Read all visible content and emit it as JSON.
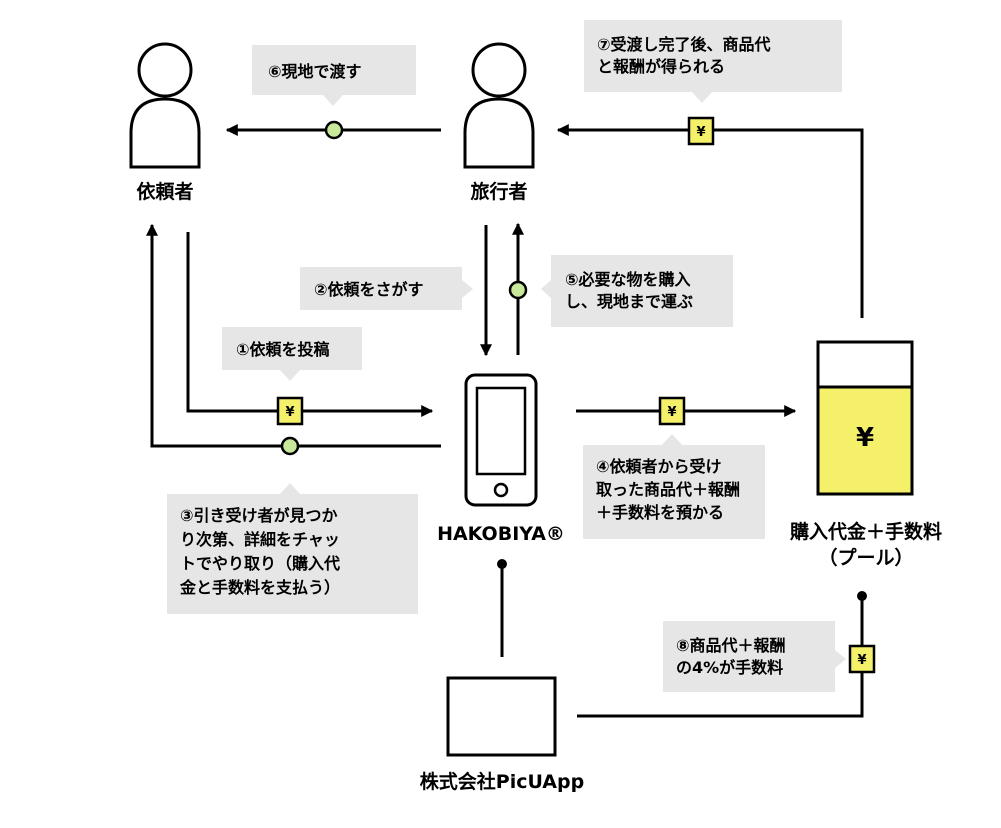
{
  "nodes": {
    "requester": "依頼者",
    "traveler": "旅行者",
    "app": "HAKOBIYA®",
    "pool_line1": "購入代金＋手数料",
    "pool_line2": "（プール）",
    "company": "株式会社PicUApp"
  },
  "steps": {
    "s1": [
      "①依頼を投稿"
    ],
    "s2": [
      "②依頼をさがす"
    ],
    "s3": [
      "③引き受け者が見つか",
      "り次第、詳細をチャッ",
      "トでやり取り（購入代",
      "金と手数料を支払う）"
    ],
    "s4": [
      "④依頼者から受け",
      "取った商品代＋報酬",
      "＋手数料を預かる"
    ],
    "s5": [
      "⑤必要な物を購入",
      "し、現地まで運ぶ"
    ],
    "s6": [
      "⑥現地で渡す"
    ],
    "s7": [
      "⑦受渡し完了後、商品代",
      "と報酬が得られる"
    ],
    "s8": [
      "⑧商品代＋報酬",
      "の4%が手数料"
    ]
  },
  "symbols": {
    "yen": "¥",
    "pool_yen": "¥"
  },
  "colors": {
    "callout_bg": "#e6e6e6",
    "yen_box": "#f4f06a",
    "goods_dot": "#c8e89a",
    "pool_fill": "#f4f06a",
    "line": "#000000"
  },
  "icons": {
    "person": "person-icon",
    "phone": "smartphone-icon",
    "company": "company-box-icon",
    "pool": "money-pool-icon"
  }
}
